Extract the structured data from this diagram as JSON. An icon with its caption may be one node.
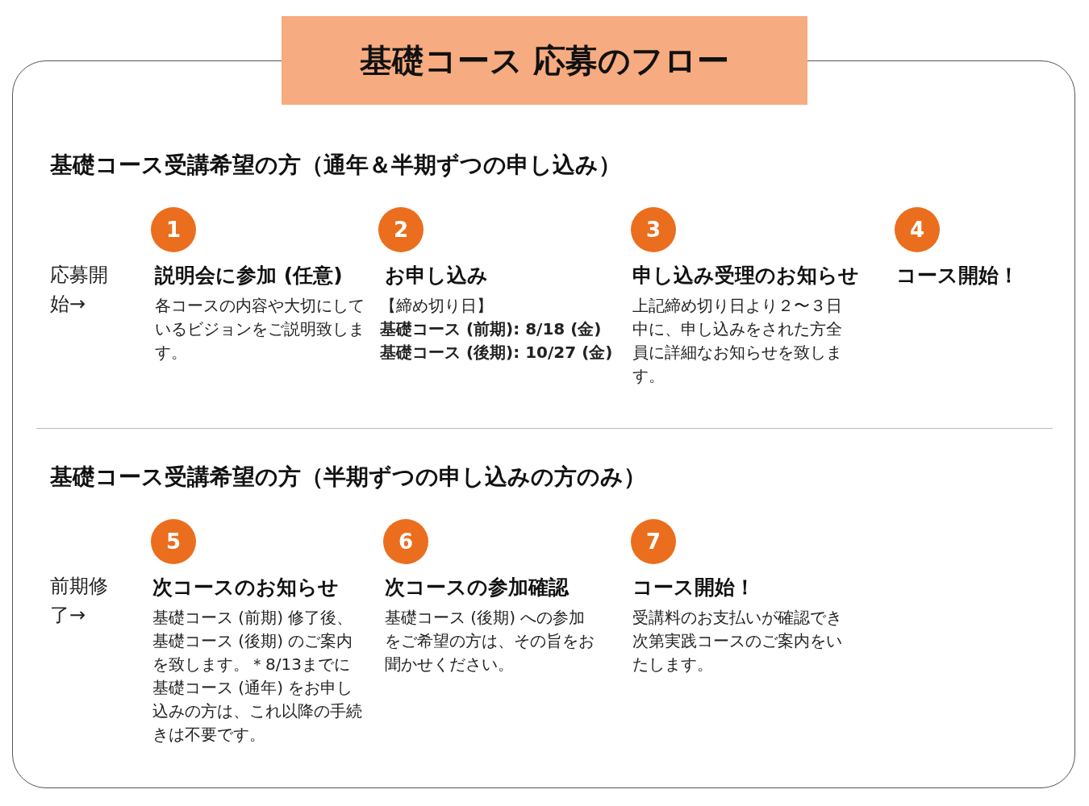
{
  "diagram": {
    "nodes": [
      {
        "text": [
          "基礎コース 応募のフロー"
        ]
      },
      {
        "text": [
          "1"
        ],
        "beside": [
          "説明会に参加 (任意)",
          "各コースの内容や大切にしているビジョンをご説明致します。"
        ]
      },
      {
        "text": [
          "2"
        ],
        "beside": [
          "お申し込み",
          "【締め切り日】",
          "基礎コース (前期): 8/18 (金)",
          "基礎コース (後期): 10/27 (金)"
        ]
      },
      {
        "text": [
          "3"
        ],
        "beside": [
          "申し込み受理のお知らせ",
          "上記締め切り日より２〜３日中に、申し込みをされた方全員に詳細なお知らせを致します。"
        ]
      },
      {
        "text": [
          "4"
        ],
        "beside": [
          "コース開始！"
        ]
      },
      {
        "text": [
          "5"
        ],
        "beside": [
          "次コースのお知らせ",
          "基礎コース (前期) 修了後、基礎コース (後期) のご案内を致します。＊8/13までに基礎コース (通年) をお申し込みの方は、これ以降の手続きは不要です。"
        ]
      },
      {
        "text": [
          "6"
        ],
        "beside": [
          "次コースの参加確認",
          "基礎コース (後期) への参加をご希望の方は、その旨をお聞かせください。"
        ]
      },
      {
        "text": [
          "7"
        ],
        "beside": [
          "コース開始！",
          "受講料のお支払いが確認でき次第実践コースのご案内をいたします。"
        ]
      }
    ],
    "edges": [],
    "labels": [
      "基礎コース受講希望の方（通年＆半期ずつの申し込み）",
      "応募開始→",
      "基礎コース受講希望の方（半期ずつの申し込みの方のみ）",
      "前期修了→"
    ]
  }
}
